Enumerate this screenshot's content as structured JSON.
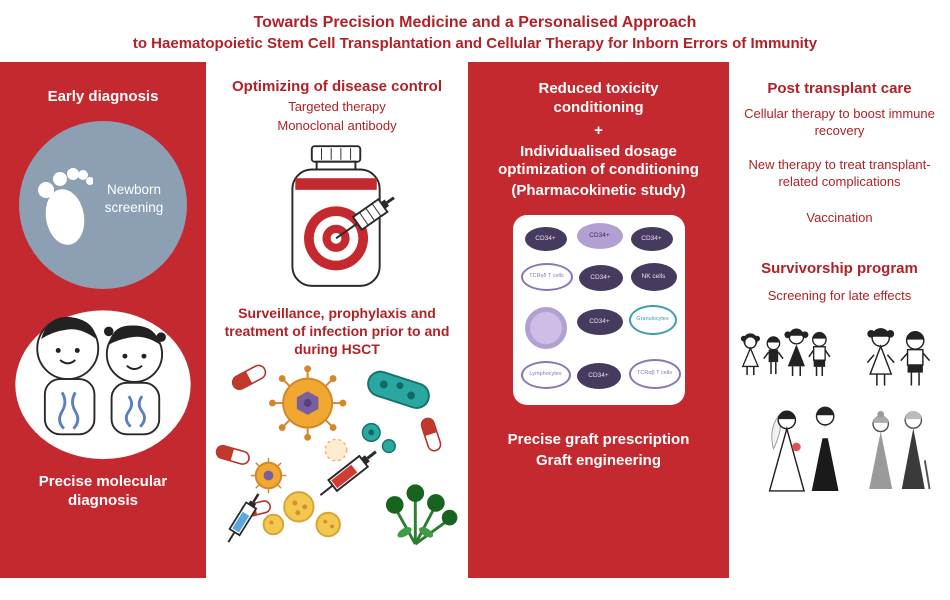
{
  "title": {
    "line1": "Towards Precision Medicine and a Personalised Approach",
    "line2": "to Haematopoietic Stem Cell Transplantation and Cellular Therapy for Inborn Errors of Immunity"
  },
  "colors": {
    "panel_red": "#c4292f",
    "title_red": "#b02227",
    "newborn_circle_grey": "#8d9fb3"
  },
  "early_diagnosis": {
    "heading": "Early diagnosis",
    "circle_label": "Newborn screening",
    "bottom": "Precise molecular diagnosis"
  },
  "disease_control": {
    "heading": "Optimizing of disease control",
    "sub1": "Targeted therapy",
    "sub2": "Monoclonal antibody",
    "heading2": "Surveillance, prophylaxis and treatment of infection prior to and during HSCT"
  },
  "conditioning": {
    "line1": "Reduced toxicity conditioning",
    "plus": "+",
    "line2": "Individualised dosage optimization of conditioning",
    "line3": "(Pharmacokinetic study)",
    "cells": [
      {
        "label": "CD34+"
      },
      {
        "label": "CD34+"
      },
      {
        "label": "CD34+"
      },
      {
        "label": "TCRγδ T cells"
      },
      {
        "label": "CD34+"
      },
      {
        "label": "NK cells"
      },
      {
        "label": ""
      },
      {
        "label": "CD34+"
      },
      {
        "label": "Granulocytes"
      },
      {
        "label": "Lymphocytes"
      },
      {
        "label": "CD34+"
      },
      {
        "label": "TCRαβ T cells"
      }
    ],
    "bottom1": "Precise graft prescription",
    "bottom2": "Graft engineering"
  },
  "post_transplant": {
    "heading": "Post transplant care",
    "item1": "Cellular therapy to boost immune recovery",
    "item2": "New therapy to treat transplant-related complications",
    "item3": "Vaccination",
    "heading2": "Survivorship program",
    "sub": "Screening for late effects"
  }
}
